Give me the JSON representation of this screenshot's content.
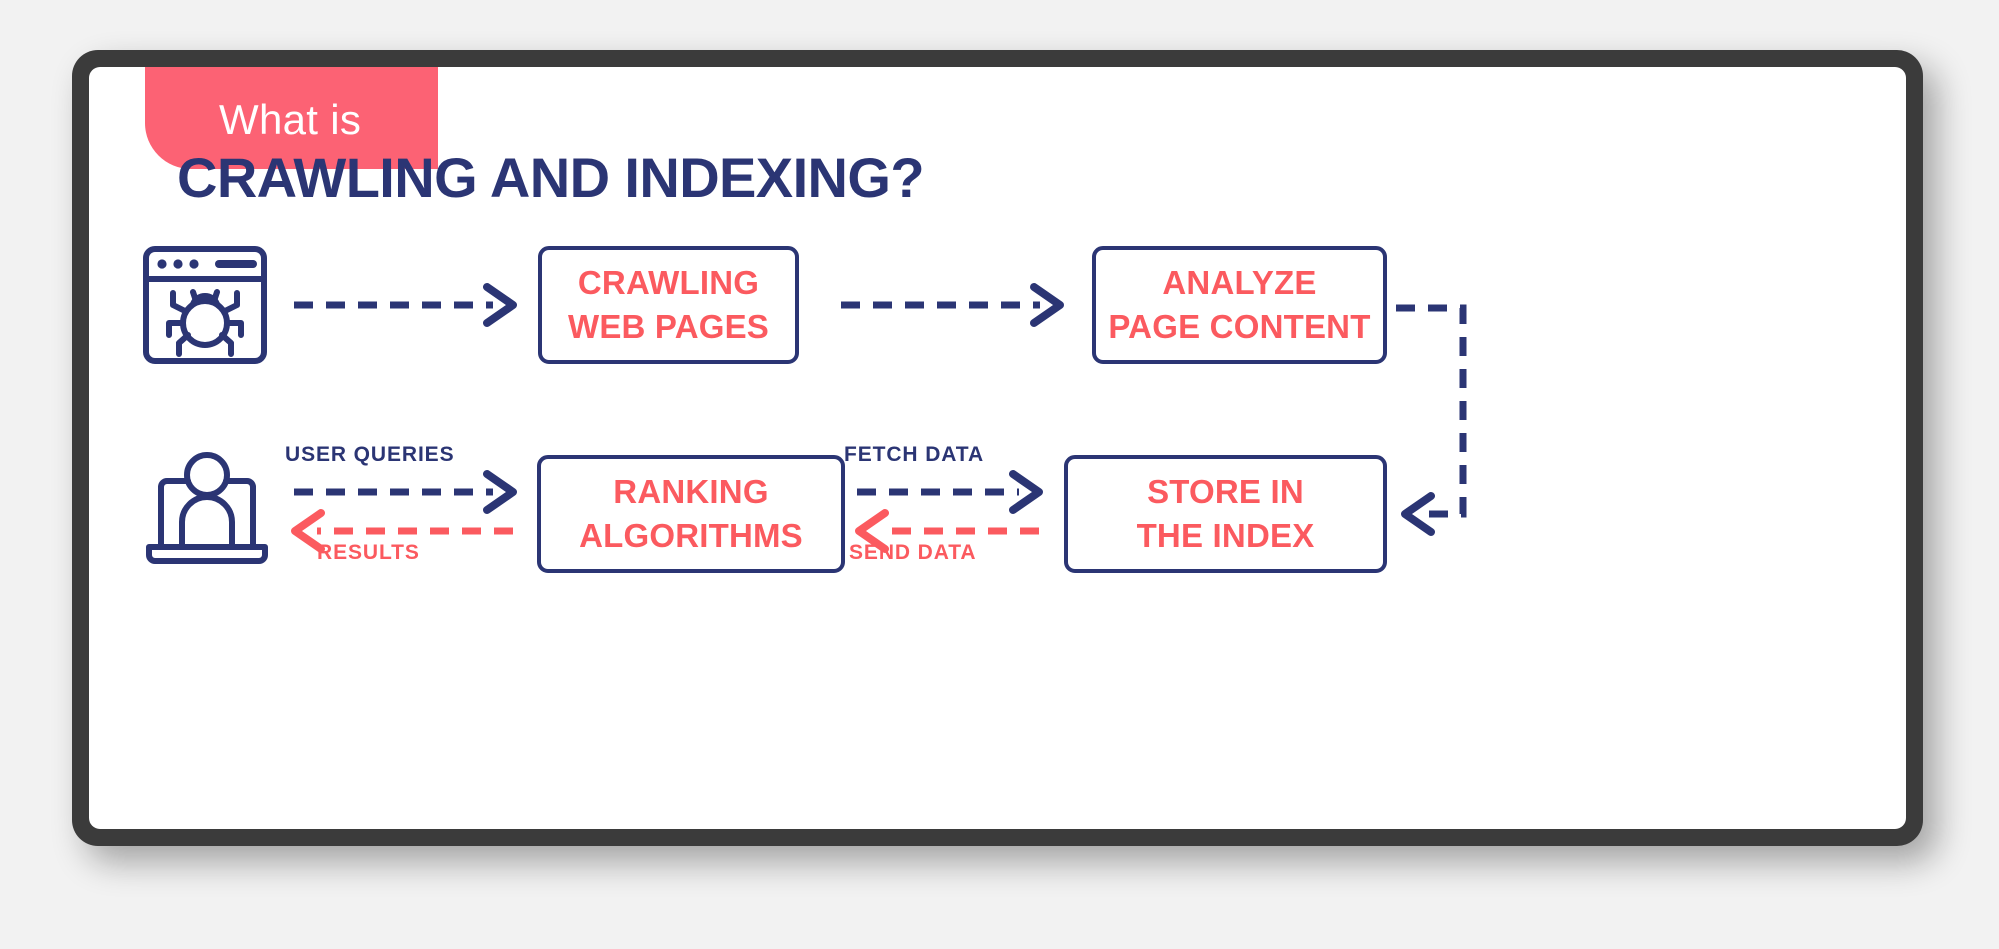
{
  "theme": {
    "navy": "#2b3574",
    "coral": "#fb5a5f",
    "badge_pink": "#fc6274",
    "frame_gray": "#3b3b3b",
    "card_white": "#ffffff",
    "page_background": "#f2f2f2"
  },
  "header": {
    "badge_label": "What is",
    "title": "CRAWLING AND INDEXING?"
  },
  "icons": {
    "crawler": {
      "name": "browser-bug-icon",
      "description": "browser window containing a spider"
    },
    "user": {
      "name": "user-laptop-icon",
      "description": "person in front of a laptop"
    }
  },
  "flow": {
    "boxes": [
      {
        "id": "crawling",
        "lines": [
          "CRAWLING",
          "WEB PAGES"
        ]
      },
      {
        "id": "analyze",
        "lines": [
          "ANALYZE",
          "PAGE CONTENT"
        ]
      },
      {
        "id": "ranking",
        "lines": [
          "RANKING",
          "ALGORITHMS"
        ]
      },
      {
        "id": "store",
        "lines": [
          "STORE IN",
          "THE INDEX"
        ]
      }
    ],
    "connectors": [
      {
        "id": "crawler-to-crawling",
        "from": "browser-bug-icon",
        "to": "crawling",
        "direction": "right",
        "style": "dashed",
        "color": "#2b3574",
        "label": ""
      },
      {
        "id": "crawling-to-analyze",
        "from": "crawling",
        "to": "analyze",
        "direction": "right",
        "style": "dashed",
        "color": "#2b3574",
        "label": ""
      },
      {
        "id": "analyze-to-store",
        "from": "analyze",
        "to": "store",
        "direction": "elbow-right-down-left",
        "style": "dashed",
        "color": "#2b3574",
        "label": ""
      },
      {
        "id": "user-to-ranking",
        "from": "user-laptop-icon",
        "to": "ranking",
        "direction": "right",
        "style": "dashed",
        "color": "#2b3574",
        "label": "USER QUERIES"
      },
      {
        "id": "ranking-to-user",
        "from": "ranking",
        "to": "user-laptop-icon",
        "direction": "left",
        "style": "dashed",
        "color": "#fb5a5f",
        "label": "RESULTS"
      },
      {
        "id": "ranking-to-store",
        "from": "ranking",
        "to": "store",
        "direction": "right",
        "style": "dashed",
        "color": "#2b3574",
        "label": "FETCH DATA"
      },
      {
        "id": "store-to-ranking",
        "from": "store",
        "to": "ranking",
        "direction": "left",
        "style": "dashed",
        "color": "#fb5a5f",
        "label": "SEND DATA"
      }
    ],
    "labels": {
      "user_queries": "USER QUERIES",
      "results": "RESULTS",
      "fetch_data": "FETCH DATA",
      "send_data": "SEND DATA"
    }
  }
}
